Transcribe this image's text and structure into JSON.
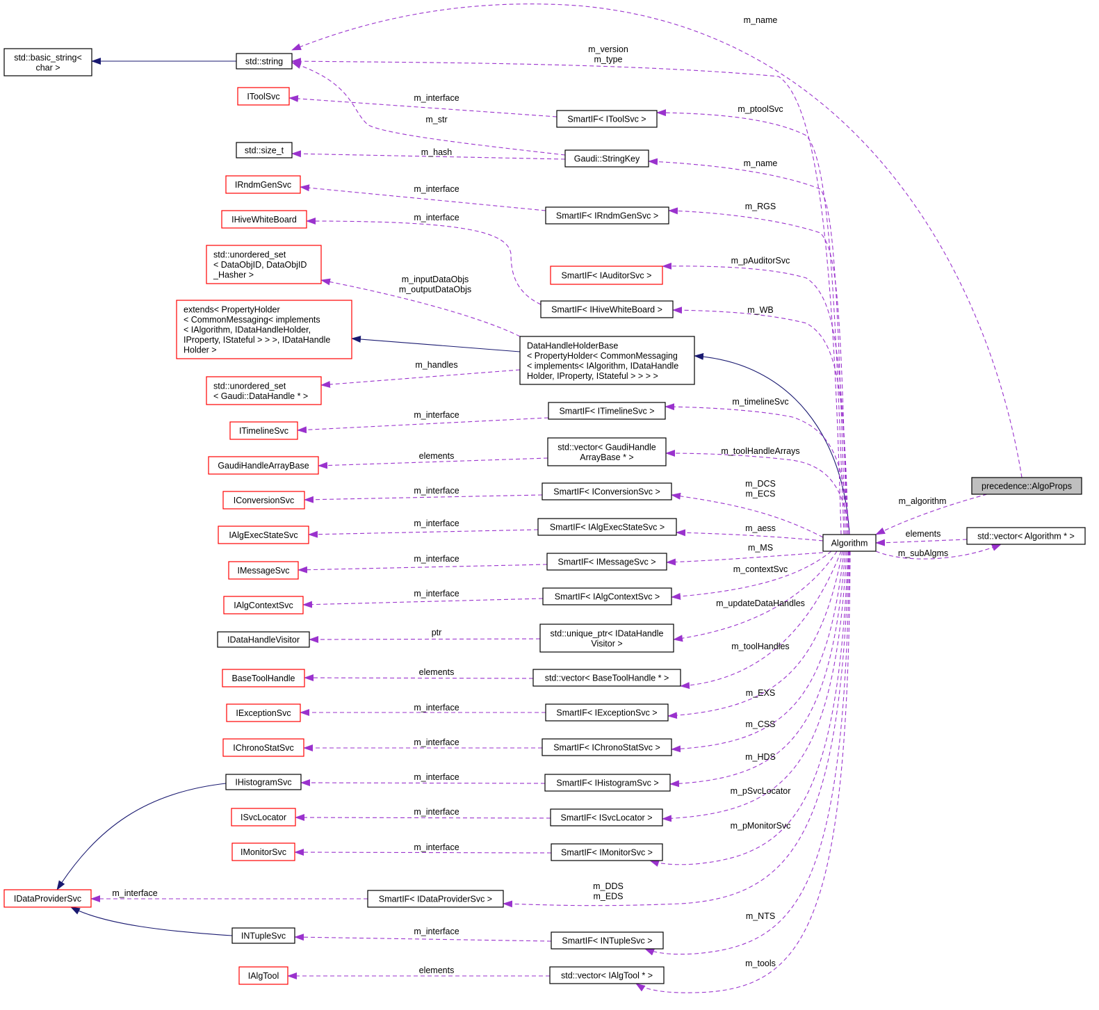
{
  "colors": {
    "inherit_edge": "#191970",
    "usage_edge": "#9a32cd",
    "red_border": "#ff0000",
    "focus_fill": "#bfbfbf"
  },
  "nodes": {
    "basic_string": [
      "std::basic_string<",
      "char >"
    ],
    "std_string": [
      "std::string"
    ],
    "itoolsvc": [
      "IToolSvc"
    ],
    "size_t": [
      "std::size_t"
    ],
    "irndmgensvc": [
      "IRndmGenSvc"
    ],
    "ihivewhiteboard": [
      "IHiveWhiteBoard"
    ],
    "unordered_set_dataobj": [
      "std::unordered_set",
      "< DataObjID, DataObjID",
      "_Hasher >"
    ],
    "extends": [
      "extends< PropertyHolder",
      "< CommonMessaging< implements",
      "< IAlgorithm, IDataHandleHolder,",
      "IProperty, IStateful > > >, IDataHandle",
      "Holder >"
    ],
    "unordered_set_handle": [
      "std::unordered_set",
      "< Gaudi::DataHandle * >"
    ],
    "itimelinesvc": [
      "ITimelineSvc"
    ],
    "gaudihandlearraybase": [
      "GaudiHandleArrayBase"
    ],
    "iconversionsvc": [
      "IConversionSvc"
    ],
    "ialgexecstatesvc": [
      "IAlgExecStateSvc"
    ],
    "imessagesvc": [
      "IMessageSvc"
    ],
    "ialgcontextsvc": [
      "IAlgContextSvc"
    ],
    "idatahandlevisitor": [
      "IDataHandleVisitor"
    ],
    "basetoolhandle": [
      "BaseToolHandle"
    ],
    "iexceptionsvc": [
      "IExceptionSvc"
    ],
    "ichronostatsvc": [
      "IChronoStatSvc"
    ],
    "ihistogramsvc": [
      "IHistogramSvc"
    ],
    "isvclocator": [
      "ISvcLocator"
    ],
    "imonitorsvc": [
      "IMonitorSvc"
    ],
    "idataprovidersvc": [
      "IDataProviderSvc"
    ],
    "intuplesvc": [
      "INTupleSvc"
    ],
    "ialgtool": [
      "IAlgTool"
    ],
    "smartif_itoolsvc": [
      "SmartIF< IToolSvc >"
    ],
    "gaudi_stringkey": [
      "Gaudi::StringKey"
    ],
    "smartif_irndmgensvc": [
      "SmartIF< IRndmGenSvc >"
    ],
    "smartif_iauditorsvc": [
      "SmartIF< IAuditorSvc >"
    ],
    "smartif_ihivewhiteboard": [
      "SmartIF< IHiveWhiteBoard >"
    ],
    "datahandleholderbase": [
      "DataHandleHolderBase",
      "< PropertyHolder< CommonMessaging",
      "< implements< IAlgorithm, IDataHandle",
      "Holder, IProperty, IStateful > > > >"
    ],
    "smartif_itimelinesvc": [
      "SmartIF< ITimelineSvc >"
    ],
    "vector_gaudihandle": [
      "std::vector< GaudiHandle",
      "ArrayBase * >"
    ],
    "smartif_iconversionsvc": [
      "SmartIF< IConversionSvc >"
    ],
    "smartif_ialgexecstatesvc": [
      "SmartIF< IAlgExecStateSvc >"
    ],
    "smartif_imessagesvc": [
      "SmartIF< IMessageSvc >"
    ],
    "smartif_ialgcontextsvc": [
      "SmartIF< IAlgContextSvc >"
    ],
    "unique_ptr_visitor": [
      "std::unique_ptr< IDataHandle",
      "Visitor >"
    ],
    "vector_basetoolhandle": [
      "std::vector< BaseToolHandle * >"
    ],
    "smartif_iexceptionsvc": [
      "SmartIF< IExceptionSvc >"
    ],
    "smartif_ichronostatsvc": [
      "SmartIF< IChronoStatSvc >"
    ],
    "smartif_ihistogramsvc": [
      "SmartIF< IHistogramSvc >"
    ],
    "smartif_isvclocator": [
      "SmartIF< ISvcLocator >"
    ],
    "smartif_imonitorsvc": [
      "SmartIF< IMonitorSvc >"
    ],
    "smartif_idataprovidersvc": [
      "SmartIF< IDataProviderSvc >"
    ],
    "smartif_intuplesvc": [
      "SmartIF< INTupleSvc >"
    ],
    "vector_ialgtool": [
      "std::vector< IAlgTool * >"
    ],
    "algorithm": [
      "Algorithm"
    ],
    "precedence_algoprops": [
      "precedence::AlgoProps"
    ],
    "vector_algorithm": [
      "std::vector< Algorithm * >"
    ]
  },
  "edge_labels": {
    "m_name_top": [
      "m_name"
    ],
    "m_version_type": [
      "m_version",
      "m_type"
    ],
    "m_interface_itoolsvc": [
      "m_interface"
    ],
    "m_str": [
      "m_str"
    ],
    "m_ptoolsvc": [
      "m_ptoolSvc"
    ],
    "m_hash": [
      "m_hash"
    ],
    "m_name_key": [
      "m_name"
    ],
    "m_interface_rndm": [
      "m_interface"
    ],
    "m_rgs": [
      "m_RGS"
    ],
    "m_interface_hive": [
      "m_interface"
    ],
    "m_pauditorsvc": [
      "m_pAuditorSvc"
    ],
    "m_input_output": [
      "m_inputDataObjs",
      "m_outputDataObjs"
    ],
    "m_wb": [
      "m_WB"
    ],
    "m_handles": [
      "m_handles"
    ],
    "m_timelinesvc": [
      "m_timelineSvc"
    ],
    "m_interface_timeline": [
      "m_interface"
    ],
    "elements_gaudihandle": [
      "elements"
    ],
    "m_toolhandlearrays": [
      "m_toolHandleArrays"
    ],
    "m_dcs_ecs": [
      "m_DCS",
      "m_ECS"
    ],
    "m_interface_conversion": [
      "m_interface"
    ],
    "m_algorithm": [
      "m_algorithm"
    ],
    "m_aess": [
      "m_aess"
    ],
    "m_interface_algexec": [
      "m_interface"
    ],
    "elements_algorithm": [
      "elements"
    ],
    "m_ms": [
      "m_MS"
    ],
    "m_subalgms": [
      "m_subAlgms"
    ],
    "m_interface_message": [
      "m_interface"
    ],
    "m_contextsvc": [
      "m_contextSvc"
    ],
    "m_interface_context": [
      "m_interface"
    ],
    "m_updatedatahandles": [
      "m_updateDataHandles"
    ],
    "ptr": [
      "ptr"
    ],
    "m_toolhandles": [
      "m_toolHandles"
    ],
    "elements_basetool": [
      "elements"
    ],
    "m_exs": [
      "m_EXS"
    ],
    "m_interface_exception": [
      "m_interface"
    ],
    "m_css": [
      "m_CSS"
    ],
    "m_interface_chrono": [
      "m_interface"
    ],
    "m_hds": [
      "m_HDS"
    ],
    "m_interface_histogram": [
      "m_interface"
    ],
    "m_psvclocator": [
      "m_pSvcLocator"
    ],
    "m_interface_svclocator": [
      "m_interface"
    ],
    "m_pmonitorsvc": [
      "m_pMonitorSvc"
    ],
    "m_interface_monitor": [
      "m_interface"
    ],
    "m_interface_dataprovider": [
      "m_interface"
    ],
    "m_dds_eds": [
      "m_DDS",
      "m_EDS"
    ],
    "m_nts": [
      "m_NTS"
    ],
    "m_interface_ntuple": [
      "m_interface"
    ],
    "m_tools": [
      "m_tools"
    ],
    "elements_algtool": [
      "elements"
    ]
  }
}
